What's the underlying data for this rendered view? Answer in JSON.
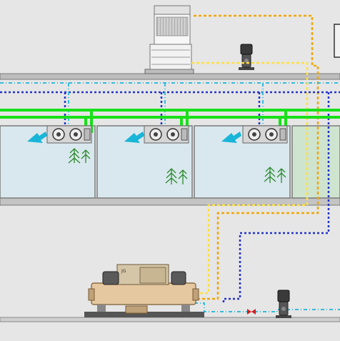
{
  "diagram": {
    "chiller_badge": "JG",
    "colors": {
      "background": "#e6e6e6",
      "wall": "#888888",
      "room_fill": "#d9e8ee",
      "green_room_fill": "#cfe4cf",
      "chilled_water_pipe": "#19e019",
      "condenser_supply": "#f2a600",
      "condenser_return": "#ffe040",
      "chilled_supply": "#2233cc",
      "chilled_return": "#33bbdd",
      "air_arrow": "#19b5d8",
      "plant_icon": "#2a8a2a",
      "chiller_body": "#e6c8a0",
      "cooling_tower": "#f2f2f2"
    },
    "components": [
      {
        "id": "cooling-tower",
        "kind": "cooling tower"
      },
      {
        "id": "tower-pump",
        "kind": "pump"
      },
      {
        "id": "chiller",
        "kind": "water-cooled chiller"
      },
      {
        "id": "chilled-water-pump",
        "kind": "pump"
      },
      {
        "id": "ahu-1",
        "kind": "fan coil unit"
      },
      {
        "id": "ahu-2",
        "kind": "fan coil unit"
      },
      {
        "id": "ahu-3",
        "kind": "fan coil unit"
      }
    ]
  }
}
